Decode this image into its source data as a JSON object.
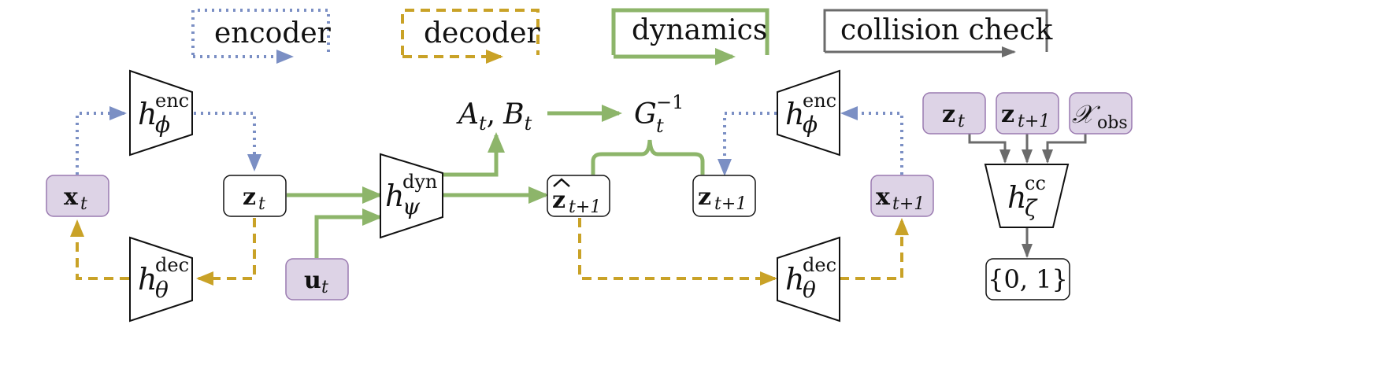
{
  "colors": {
    "encoder": "#7b8fc4",
    "decoder": "#c9a227",
    "dynamics": "#8db56a",
    "collision": "#6b6b6b",
    "node_fill": "#ddd3e6",
    "node_stroke": "#9a7ab0"
  },
  "legend": {
    "encoder": "encoder",
    "decoder": "decoder",
    "dynamics": "dynamics",
    "collision": "collision check"
  },
  "symbols": {
    "h": "h",
    "enc": "enc",
    "dec": "dec",
    "dyn": "dyn",
    "cc": "cc",
    "phi": "ϕ",
    "theta": "θ",
    "psi": "ψ",
    "zeta": "ζ",
    "x": "x",
    "z": "z",
    "u": "u",
    "t": "t",
    "t1": "t+1",
    "A": "A",
    "B": "B",
    "comma": ",",
    "G": "G",
    "inv": "−1",
    "hat": "^",
    "X": "𝒳",
    "obs": "obs",
    "output": "{0, 1}"
  }
}
